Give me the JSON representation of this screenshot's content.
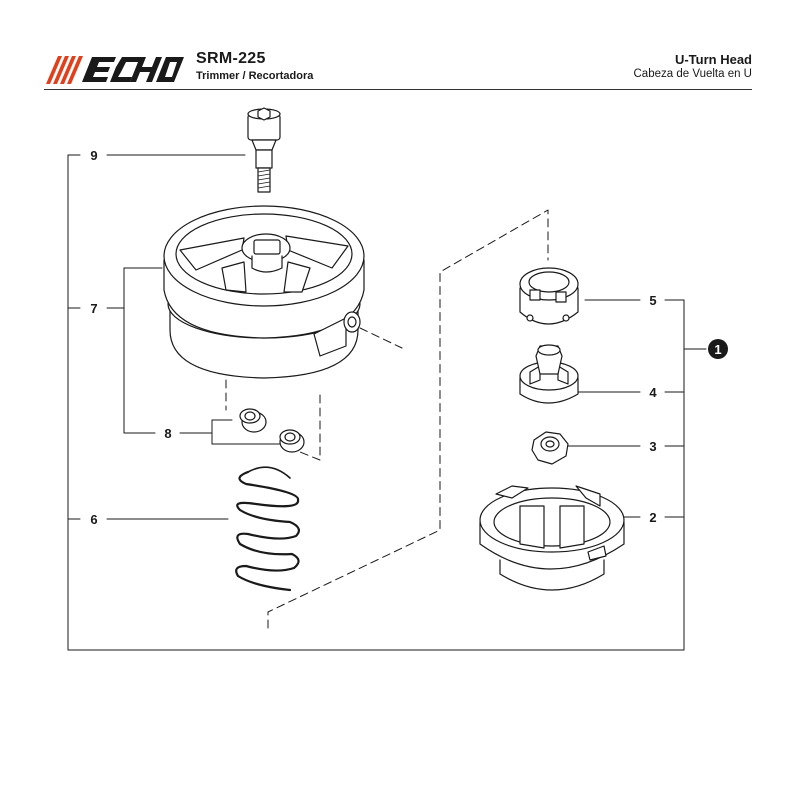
{
  "header": {
    "logo_text": "ECHO",
    "model": "SRM-225",
    "subtitle": "Trimmer / Recortadora",
    "title_en": "U-Turn Head",
    "title_es": "Cabeza de Vuelta en U"
  },
  "callouts": {
    "assembly": "1",
    "p2": "2",
    "p3": "3",
    "p4": "4",
    "p5": "5",
    "p6": "6",
    "p7": "7",
    "p8": "8",
    "p9": "9"
  },
  "colors": {
    "brand": "#e2401c",
    "line": "#1a1a1a"
  }
}
